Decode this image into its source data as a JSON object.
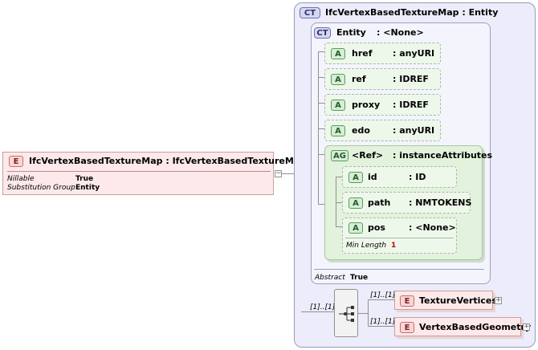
{
  "root": {
    "badge": "E",
    "title": "IfcVertexBasedTextureMap : IfcVertexBasedTextureMap",
    "props": [
      {
        "key": "Nillable",
        "value": "True"
      },
      {
        "key": "Substitution Group",
        "value": "Entity"
      }
    ],
    "expander": "−"
  },
  "complex_type": {
    "badge": "CT",
    "title": "IfcVertexBasedTextureMap : Entity",
    "base": {
      "badge": "CT",
      "name": "Entity",
      "type": ": <None>",
      "attributes": [
        {
          "badge": "A",
          "name": "href",
          "type": ": anyURI"
        },
        {
          "badge": "A",
          "name": "ref",
          "type": ": IDREF"
        },
        {
          "badge": "A",
          "name": "proxy",
          "type": ": IDREF"
        },
        {
          "badge": "A",
          "name": "edo",
          "type": ": anyURI"
        }
      ],
      "attribute_group": {
        "badge": "AG",
        "name": "<Ref>",
        "type": ": instanceAttributes",
        "attributes": [
          {
            "badge": "A",
            "name": "id",
            "type": ": ID"
          },
          {
            "badge": "A",
            "name": "path",
            "type": ": NMTOKENS"
          },
          {
            "badge": "A",
            "name": "pos",
            "type": ": <None>",
            "prop_key": "Min Length",
            "prop_value": "1"
          }
        ]
      },
      "abstract_key": "Abstract",
      "abstract_value": "True"
    },
    "sequence": {
      "cardinality": "[1]..[1]",
      "children": [
        {
          "badge": "E",
          "name": "TextureVertices",
          "cardinality": "[1]..[1]",
          "expander": "+"
        },
        {
          "badge": "E",
          "name": "VertexBasedGeometry",
          "cardinality": "[1]..[1]",
          "expander": "+"
        }
      ]
    }
  }
}
